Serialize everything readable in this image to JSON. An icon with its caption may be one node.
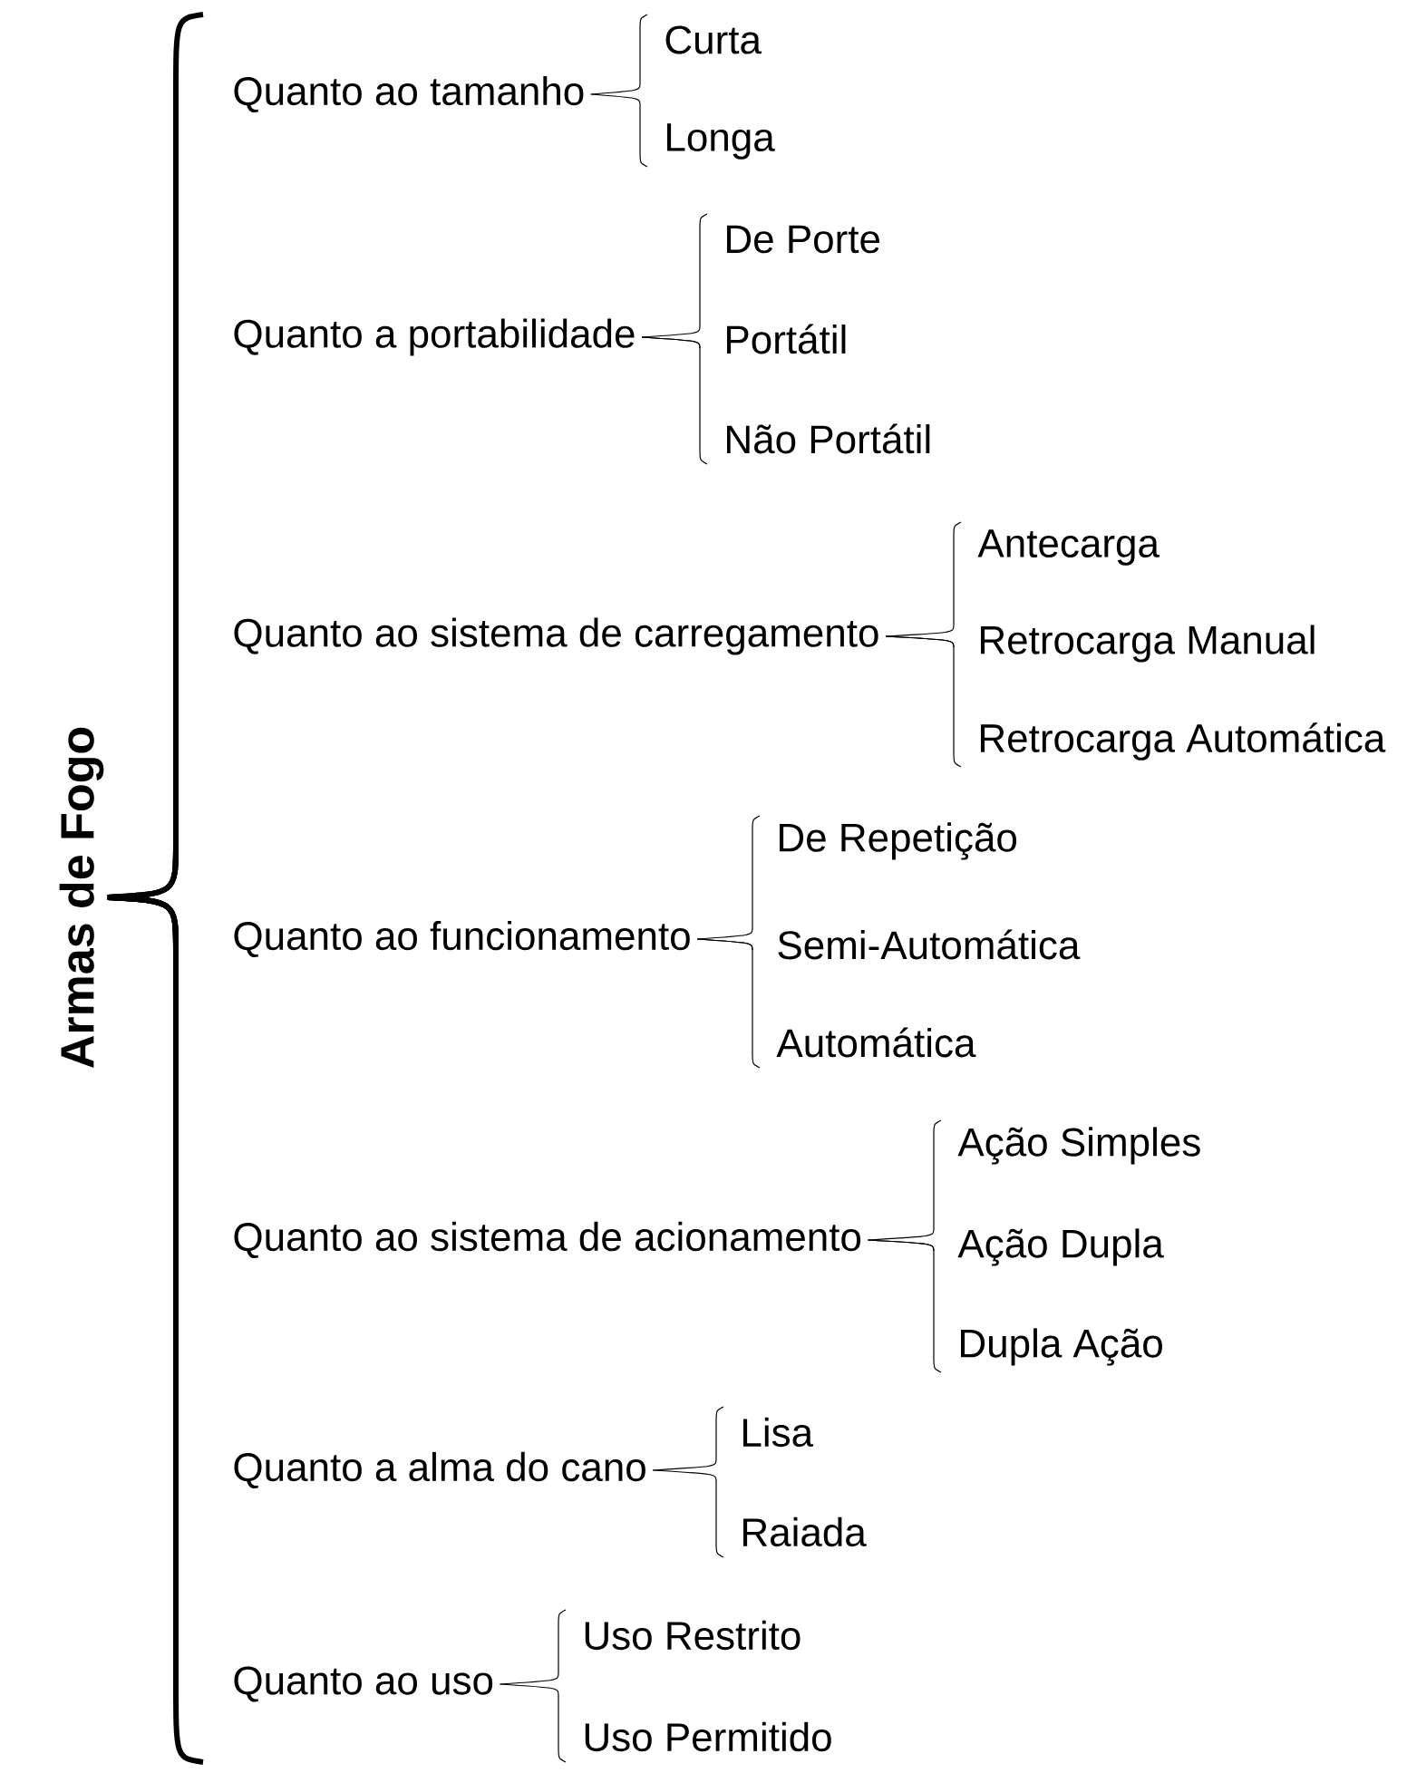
{
  "diagram": {
    "nodes": [
      {
        "text": [
          "Armas de Fogo"
        ]
      },
      {
        "text": [
          "Quanto ao tamanho"
        ]
      },
      {
        "text": [
          "Curta"
        ]
      },
      {
        "text": [
          "Longa"
        ]
      },
      {
        "text": [
          "Quanto a portabilidade"
        ]
      },
      {
        "text": [
          "De Porte"
        ]
      },
      {
        "text": [
          "Portátil"
        ]
      },
      {
        "text": [
          "Não Portátil"
        ]
      },
      {
        "text": [
          "Quanto ao sistema de carregamento"
        ]
      },
      {
        "text": [
          "Antecarga"
        ]
      },
      {
        "text": [
          "Retrocarga Manual"
        ]
      },
      {
        "text": [
          "Retrocarga Automática"
        ]
      },
      {
        "text": [
          "Quanto ao funcionamento"
        ]
      },
      {
        "text": [
          "De Repetição"
        ]
      },
      {
        "text": [
          "Semi-Automática"
        ]
      },
      {
        "text": [
          "Automática"
        ]
      },
      {
        "text": [
          "Quanto ao sistema de acionamento"
        ]
      },
      {
        "text": [
          "Ação Simples"
        ]
      },
      {
        "text": [
          "Ação Dupla"
        ]
      },
      {
        "text": [
          "Dupla Ação"
        ]
      },
      {
        "text": [
          "Quanto a alma do cano"
        ]
      },
      {
        "text": [
          "Lisa"
        ]
      },
      {
        "text": [
          "Raiada"
        ]
      },
      {
        "text": [
          "Quanto ao uso"
        ]
      },
      {
        "text": [
          "Uso Restrito"
        ]
      },
      {
        "text": [
          "Uso Permitido"
        ]
      }
    ],
    "edges": [
      {
        "from": 0,
        "to": 1,
        "arrow": "none",
        "style": "thick"
      },
      {
        "from": 0,
        "to": 4,
        "arrow": "none",
        "style": "thick"
      },
      {
        "from": 0,
        "to": 8,
        "arrow": "none",
        "style": "thick"
      },
      {
        "from": 0,
        "to": 12,
        "arrow": "none",
        "style": "thick"
      },
      {
        "from": 0,
        "to": 16,
        "arrow": "none",
        "style": "thick"
      },
      {
        "from": 0,
        "to": 20,
        "arrow": "none",
        "style": "thick"
      },
      {
        "from": 0,
        "to": 23,
        "arrow": "none",
        "style": "thick"
      },
      {
        "from": 1,
        "to": 2,
        "arrow": "none"
      },
      {
        "from": 1,
        "to": 3,
        "arrow": "none"
      },
      {
        "from": 4,
        "to": 5,
        "arrow": "none"
      },
      {
        "from": 4,
        "to": 6,
        "arrow": "none"
      },
      {
        "from": 4,
        "to": 7,
        "arrow": "none"
      },
      {
        "from": 8,
        "to": 9,
        "arrow": "none"
      },
      {
        "from": 8,
        "to": 10,
        "arrow": "none"
      },
      {
        "from": 8,
        "to": 11,
        "arrow": "none"
      },
      {
        "from": 12,
        "to": 13,
        "arrow": "none"
      },
      {
        "from": 12,
        "to": 14,
        "arrow": "none"
      },
      {
        "from": 12,
        "to": 15,
        "arrow": "none"
      },
      {
        "from": 16,
        "to": 17,
        "arrow": "none"
      },
      {
        "from": 16,
        "to": 18,
        "arrow": "none"
      },
      {
        "from": 16,
        "to": 19,
        "arrow": "none"
      },
      {
        "from": 20,
        "to": 21,
        "arrow": "none"
      },
      {
        "from": 20,
        "to": 22,
        "arrow": "none"
      },
      {
        "from": 23,
        "to": 24,
        "arrow": "none"
      },
      {
        "from": 23,
        "to": 25,
        "arrow": "none"
      }
    ]
  }
}
